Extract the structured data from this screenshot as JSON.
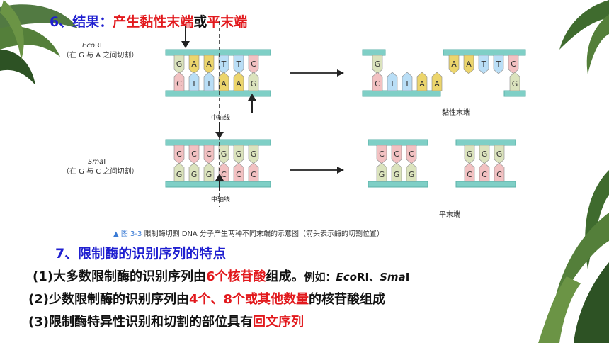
{
  "slide": {
    "heading": {
      "number": "6、结果：",
      "part1": "产生黏性末端",
      "conj": "或",
      "part2": "平末端"
    },
    "section7": "7、限制酶的识别序列的特点",
    "points": [
      {
        "prefix": "(1)大多数限制酶的识别序列由",
        "highlight": "6个核苷酸",
        "suffix": "组成。",
        "example_prefix": "例如：",
        "ex1": "Eco",
        "ex1b": "RⅠ、",
        "ex2": "Sma",
        "ex2b": "Ⅰ"
      },
      {
        "prefix": "(2)少数限制酶的识别序列由",
        "highlight": "4个、8个或其他数量",
        "suffix": "的核苷酸组成"
      },
      {
        "prefix": "(3)限制酶特异性识别和切割的部位具有",
        "highlight": "回文序列",
        "suffix": ""
      }
    ]
  },
  "figure": {
    "ecor_name_it": "Eco",
    "ecor_name_rest": "RⅠ",
    "ecor_site": "（在 G 与 A 之间切割）",
    "sma_name_it": "Sma",
    "sma_name_rest": "Ⅰ",
    "sma_site": "（在 G 与 C 之间切割）",
    "axis_label_1": "中轴线",
    "axis_label_2": "中轴线",
    "sticky_label": "黏性末端",
    "blunt_label": "平末端",
    "caption_fig": "▲ 图 3-3",
    "caption_text": "限制酶切割 DNA 分子产生两种不同末端的示意图（箭头表示酶的切割位置）",
    "ecor_top": [
      "G",
      "A",
      "A",
      "T",
      "T",
      "C"
    ],
    "ecor_bottom": [
      "C",
      "T",
      "T",
      "A",
      "A",
      "G"
    ],
    "sma_top": [
      "C",
      "C",
      "C",
      "G",
      "G",
      "G"
    ],
    "sma_bottom": [
      "G",
      "G",
      "G",
      "C",
      "C",
      "C"
    ]
  },
  "colors": {
    "G": "#dbe3bd",
    "A": "#ecd56c",
    "T": "#b9def6",
    "C": "#f2c1c2",
    "strand": "#7fcfc6",
    "strand_dark": "#5bb2a8"
  }
}
